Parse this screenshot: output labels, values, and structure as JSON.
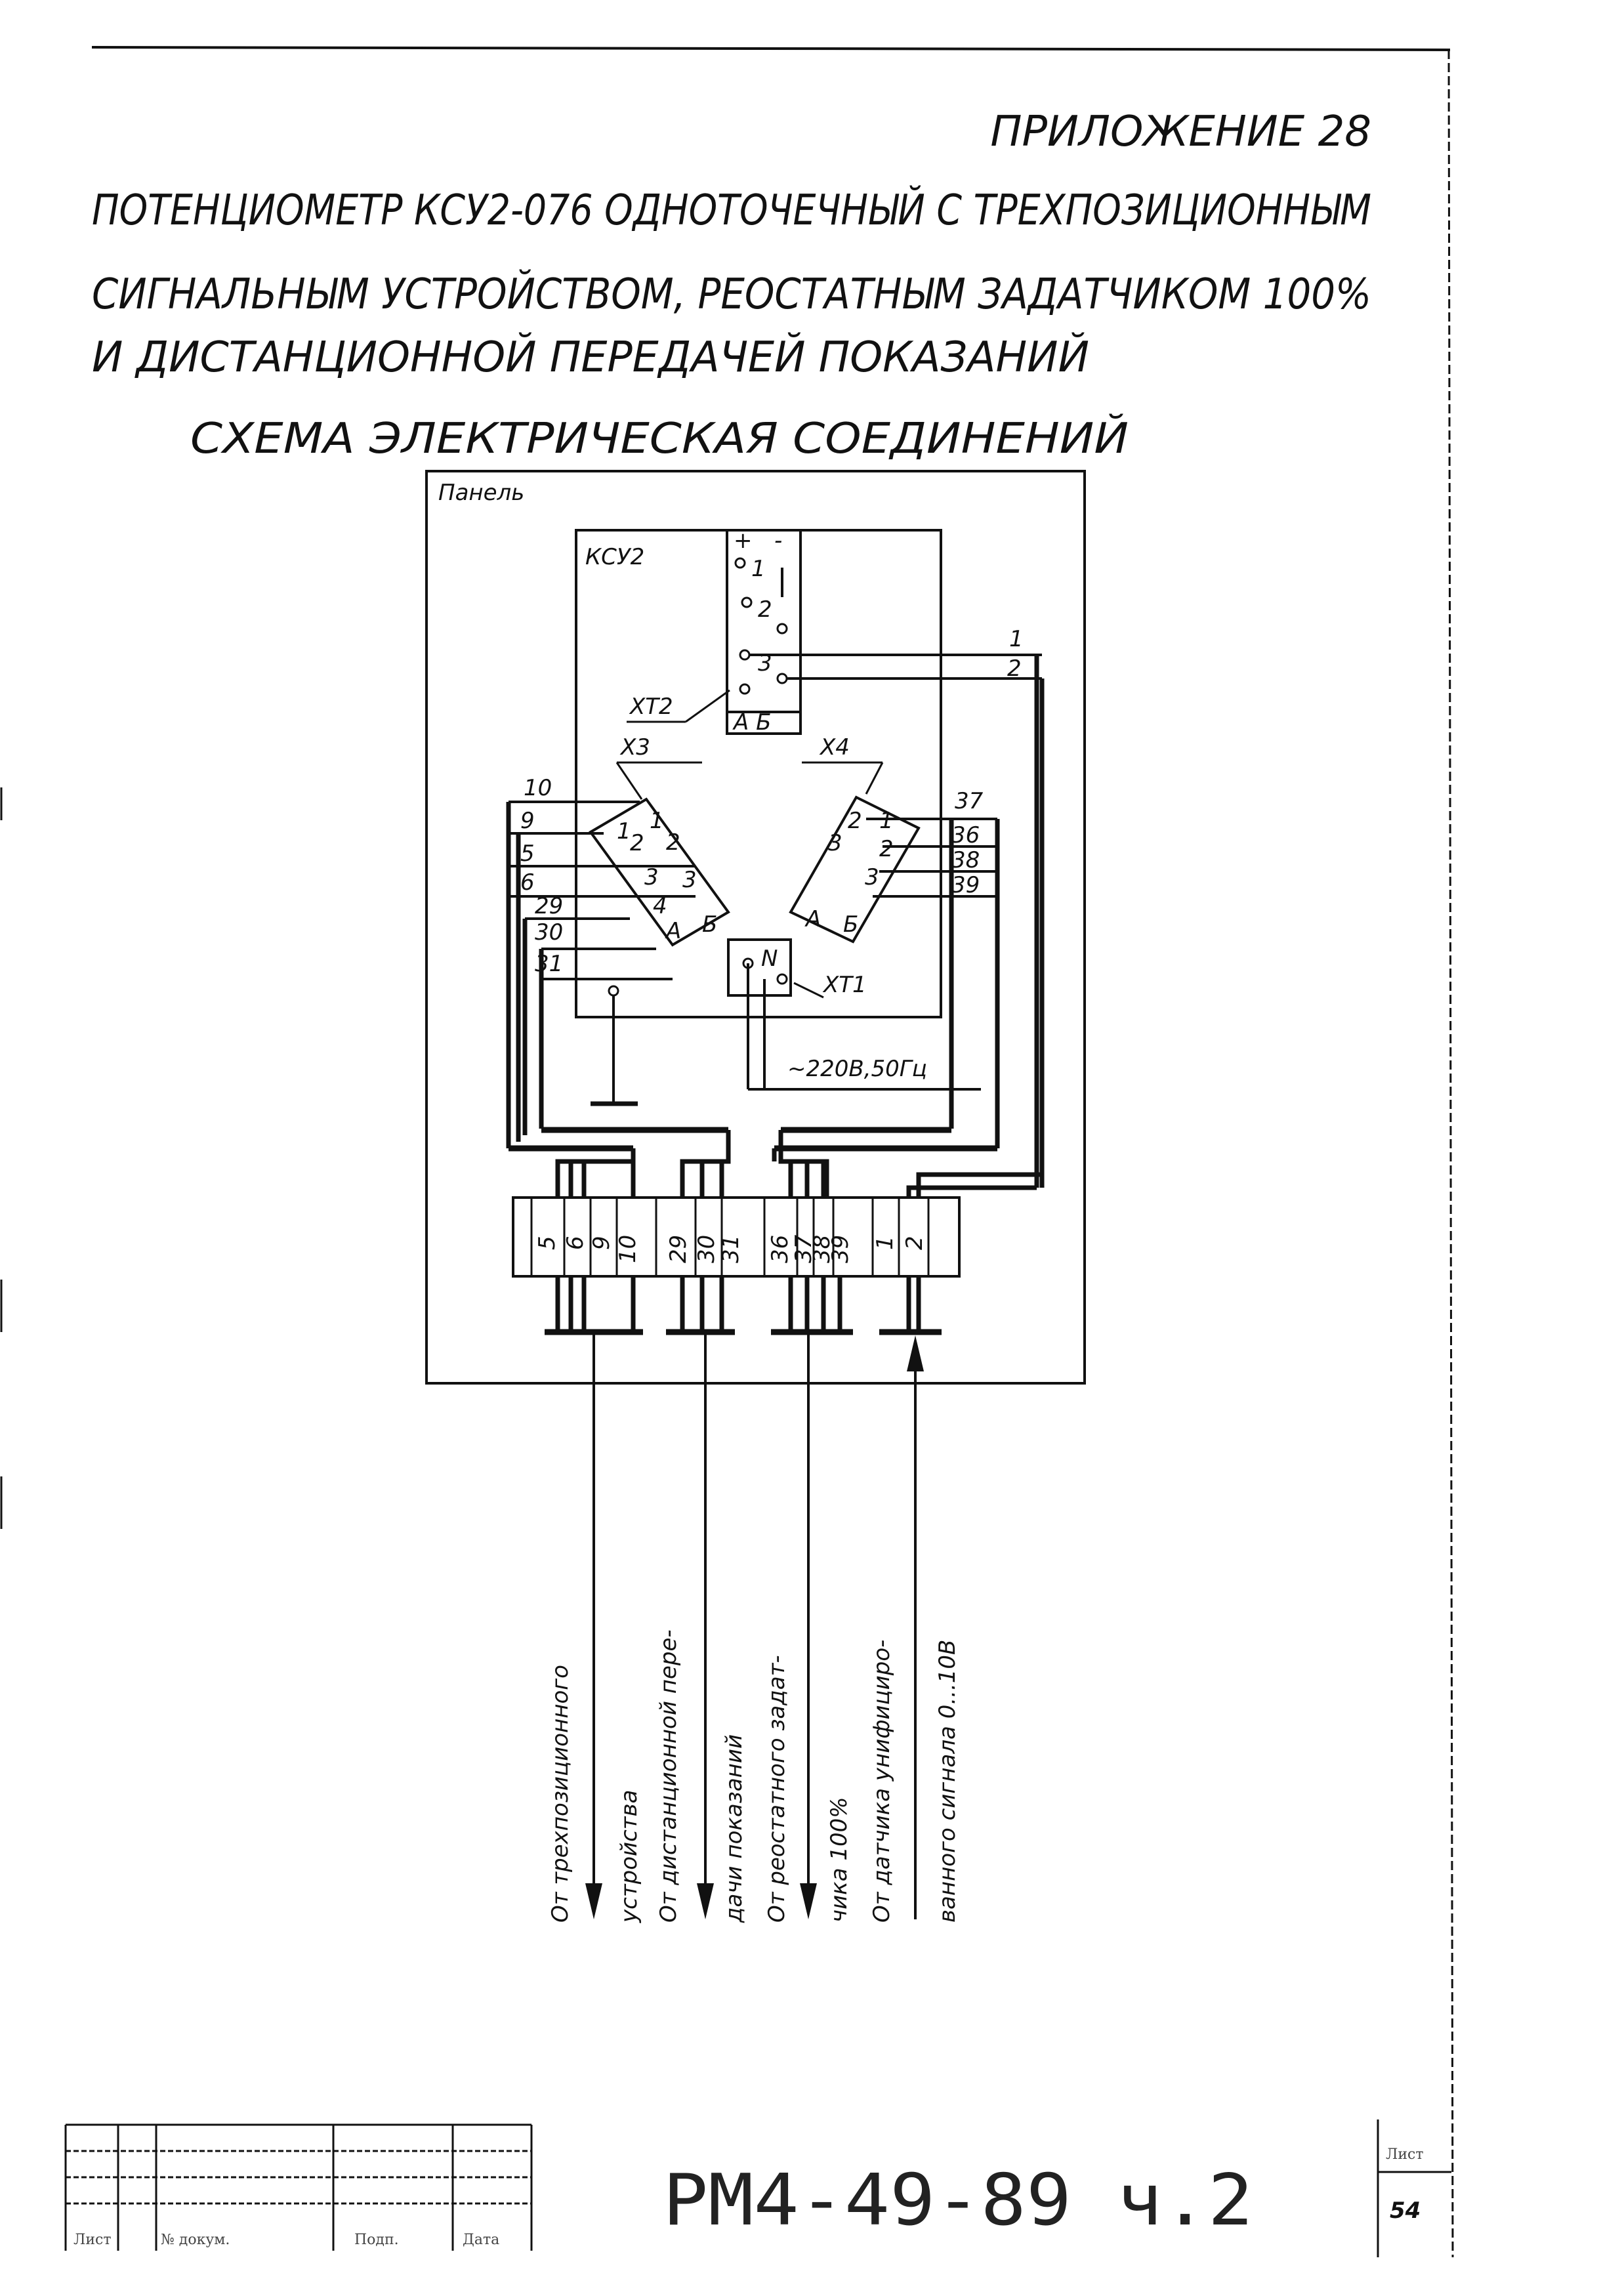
{
  "header": {
    "appendix": "ПРИЛОЖЕНИЕ 28",
    "title_line1": "ПОТЕНЦИОМЕТР КСУ2-076 ОДНОТОЧЕЧНЫЙ С ТРЕХПОЗИЦИОННЫМ",
    "title_line2": "СИГНАЛЬНЫМ УСТРОЙСТВОМ, РЕОСТАТНЫМ ЗАДАТЧИКОМ 100%",
    "title_line3": "И ДИСТАНЦИОННОЙ ПЕРЕДАЧЕЙ ПОКАЗАНИЙ",
    "subtitle": "СХЕМА ЭЛЕКТРИЧЕСКАЯ СОЕДИНЕНИЙ"
  },
  "diagram": {
    "panel_label": "Панель",
    "device_label": "КСУ2",
    "xt2": {
      "label": "ХТ2",
      "plus": "+",
      "minus": "-",
      "pins": [
        "1",
        "2",
        "3",
        "А Б"
      ]
    },
    "x3": {
      "label": "Х3",
      "pins": [
        "1",
        "2",
        "1",
        "2",
        "3",
        "3",
        "4",
        "Б",
        "А"
      ]
    },
    "x4": {
      "label": "Х4",
      "pins": [
        "1",
        "2",
        "3",
        "2",
        "3",
        "А",
        "Б"
      ]
    },
    "xt1": {
      "label": "ХТ1",
      "pin": "N"
    },
    "supply": "~220В,50Гц",
    "left_wires": [
      "10",
      "9",
      "5",
      "6",
      "29",
      "30",
      "31"
    ],
    "right_wires": [
      "37",
      "36",
      "38",
      "39"
    ],
    "top_wires": [
      "1",
      "2"
    ],
    "terminal_groups": [
      [
        "5",
        "6",
        "9",
        "10"
      ],
      [
        "29",
        "30",
        "31"
      ],
      [
        "36",
        "37",
        "38",
        "39"
      ],
      [
        "1",
        "2"
      ]
    ],
    "cable_labels": [
      {
        "line1": "От трехпозиционного",
        "line2": "устройства"
      },
      {
        "line1": "От дистанционной пере-",
        "line2": "дачи показаний"
      },
      {
        "line1": "От реостатного задат-",
        "line2": "чика 100%"
      },
      {
        "line1": "От датчика унифициро-",
        "line2": "ванного сигнала 0...10В"
      }
    ]
  },
  "title_block": {
    "cells": [
      "Лист",
      "№ докум.",
      "Подп.",
      "Дата"
    ],
    "doc_code": "РМ4-49-89 ч.2",
    "sheet_label": "Лист",
    "sheet_number": "54"
  }
}
